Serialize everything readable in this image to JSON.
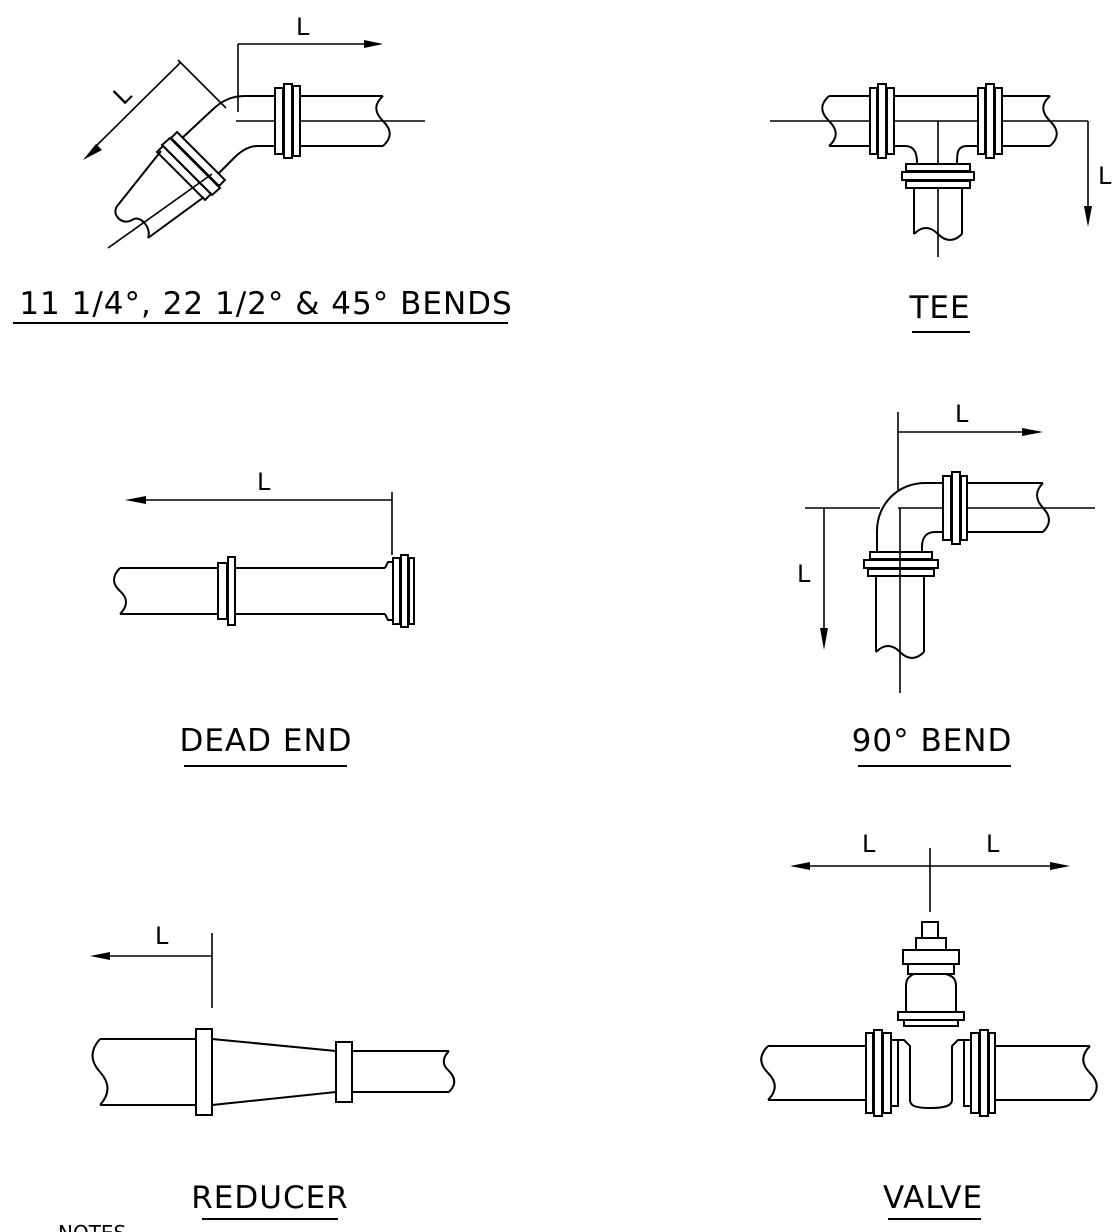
{
  "dimension_label": "L",
  "fittings": {
    "bends": {
      "title": "11 1/4°, 22 1/2° & 45° BENDS"
    },
    "tee": {
      "title": "TEE"
    },
    "dead_end": {
      "title": "DEAD END"
    },
    "bend_90": {
      "title": "90° BEND"
    },
    "reducer": {
      "title": "REDUCER"
    },
    "valve": {
      "title": "VALVE"
    }
  },
  "notes_label": "NOTES"
}
